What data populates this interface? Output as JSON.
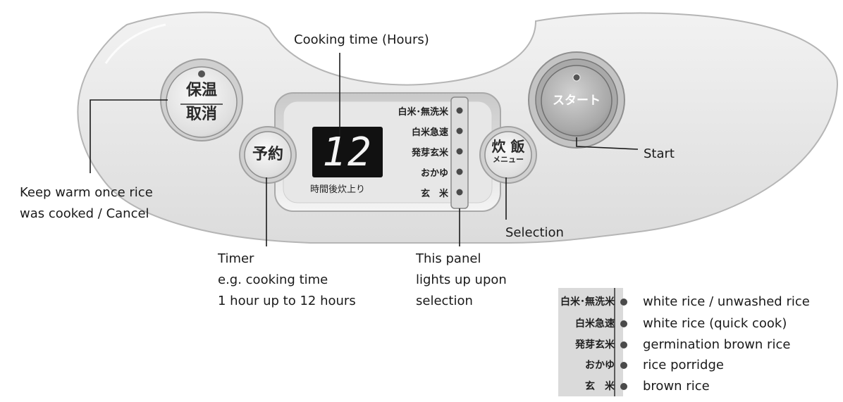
{
  "panel": {
    "keep_warm_button": {
      "line1": "保温",
      "line2": "取消"
    },
    "timer_button": {
      "label": "予約"
    },
    "menu_button": {
      "line1": "炊 飯",
      "line2": "メニュー"
    },
    "start_button": {
      "label": "スタート"
    },
    "display": {
      "value": "12",
      "caption": "時間後炊上り"
    },
    "menu_items": [
      "白米･無洗米",
      "白米急速",
      "発芽玄米",
      "おかゆ",
      "玄　米"
    ]
  },
  "annotations": {
    "cooking_time": "Cooking time (Hours)",
    "keep_warm": [
      "Keep warm once rice",
      "was cooked / Cancel"
    ],
    "timer": [
      "Timer",
      "e.g. cooking time",
      "1 hour up to 12 hours"
    ],
    "panel_lights": [
      "This panel",
      "lights up upon",
      "selection"
    ],
    "selection": "Selection",
    "start": "Start"
  },
  "legend": [
    {
      "jp": "白米･無洗米",
      "en": "white rice / unwashed rice"
    },
    {
      "jp": "白米急速",
      "en": "white rice (quick cook)"
    },
    {
      "jp": "発芽玄米",
      "en": "germination brown rice"
    },
    {
      "jp": "おかゆ",
      "en": "rice porridge"
    },
    {
      "jp": "玄　米",
      "en": "brown rice"
    }
  ],
  "colors": {
    "panel_face": "#e9e9e9",
    "display_bg": "#111111",
    "start_button": "#b8b8b8"
  }
}
